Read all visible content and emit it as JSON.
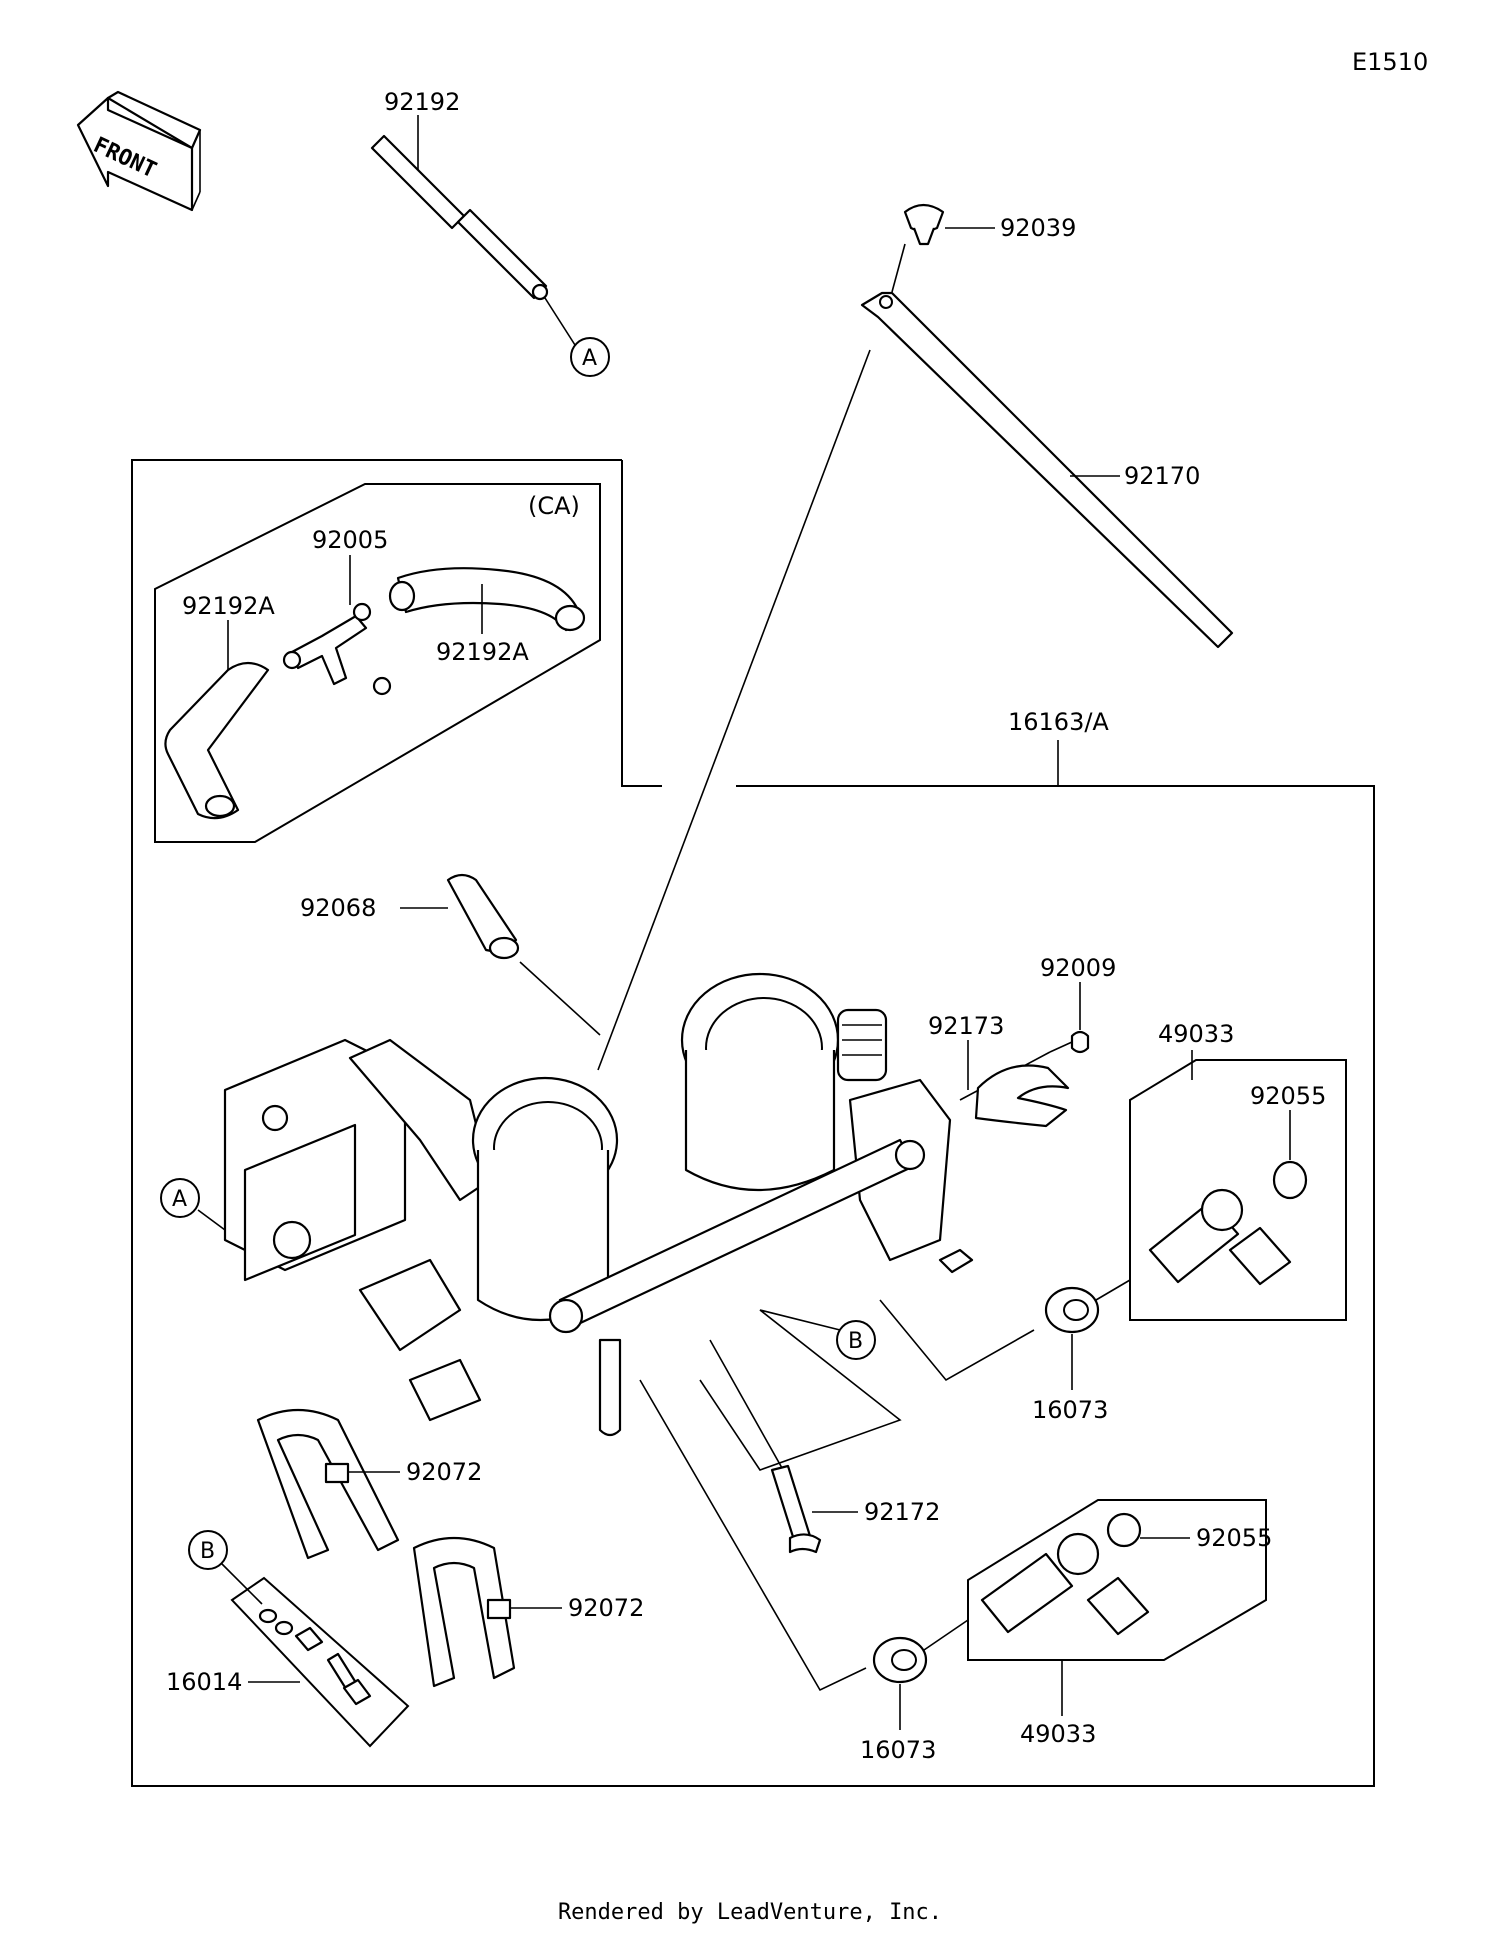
{
  "diagram_code": "E1510",
  "front_label": "FRONT",
  "footer": "Rendered by LeadVenture, Inc.",
  "box_labels": {
    "ca": "(CA)"
  },
  "callouts": {
    "a_top": "A",
    "a_mid": "A",
    "b_mid": "B",
    "b_low": "B"
  },
  "parts": {
    "p92192": "92192",
    "p92039": "92039",
    "p92170": "92170",
    "p92005": "92005",
    "p92192a_left": "92192A",
    "p92192a_right": "92192A",
    "p16163a": "16163/A",
    "p92068": "92068",
    "p92009": "92009",
    "p92173": "92173",
    "p49033_top": "49033",
    "p92055_top": "92055",
    "p16073_top": "16073",
    "p92072_a": "92072",
    "p92072_b": "92072",
    "p92172": "92172",
    "p92055_low": "92055",
    "p16014": "16014",
    "p49033_low": "49033",
    "p16073_low": "16073"
  }
}
